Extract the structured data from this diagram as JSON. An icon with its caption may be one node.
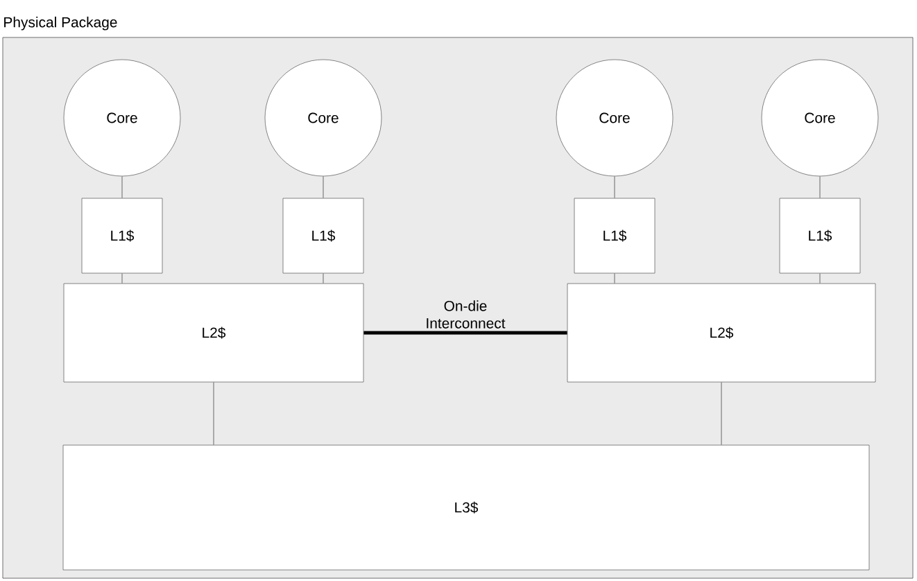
{
  "diagram": {
    "nodes": [
      {
        "text": [
          "Physical Package"
        ]
      },
      {
        "text": [
          "Core"
        ],
        "in": 0
      },
      {
        "text": [
          "Core"
        ],
        "in": 0
      },
      {
        "text": [
          "Core"
        ],
        "in": 0
      },
      {
        "text": [
          "Core"
        ],
        "in": 0
      },
      {
        "text": [
          "L1$"
        ],
        "in": 0
      },
      {
        "text": [
          "L1$"
        ],
        "in": 0
      },
      {
        "text": [
          "L1$"
        ],
        "in": 0
      },
      {
        "text": [
          "L1$"
        ],
        "in": 0
      },
      {
        "text": [
          "L2$"
        ],
        "in": 0
      },
      {
        "text": [
          "L2$"
        ],
        "in": 0
      },
      {
        "text": [
          "L3$"
        ],
        "in": 0
      }
    ],
    "edges": [
      {
        "from": 1,
        "to": 5,
        "arrow": "none"
      },
      {
        "from": 2,
        "to": 6,
        "arrow": "none"
      },
      {
        "from": 3,
        "to": 7,
        "arrow": "none"
      },
      {
        "from": 4,
        "to": 8,
        "arrow": "none"
      },
      {
        "from": 5,
        "to": 9,
        "arrow": "none"
      },
      {
        "from": 6,
        "to": 9,
        "arrow": "none"
      },
      {
        "from": 7,
        "to": 10,
        "arrow": "none"
      },
      {
        "from": 8,
        "to": 10,
        "arrow": "none"
      },
      {
        "from": 9,
        "to": 10,
        "arrow": "none",
        "label": "On-die Interconnect",
        "style": "thick",
        "color": "#000000"
      },
      {
        "from": 9,
        "to": 11,
        "arrow": "none"
      },
      {
        "from": 10,
        "to": 11,
        "arrow": "none"
      }
    ]
  }
}
